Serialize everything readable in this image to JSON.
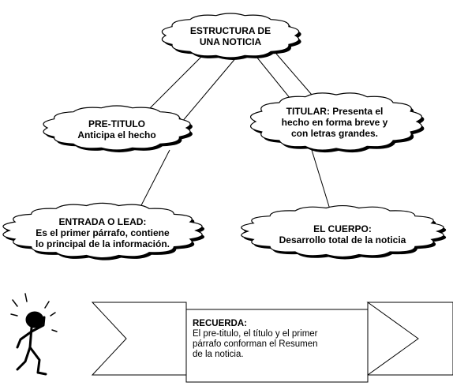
{
  "nodes": {
    "root": {
      "lines": [
        "ESTRUCTURA DE",
        "UNA NOTICIA"
      ]
    },
    "pretitulo": {
      "title": "PRE-TITULO",
      "desc": "Anticipa el hecho"
    },
    "titular": {
      "lines": [
        "TITULAR: Presenta el",
        "hecho en forma breve y",
        "con letras grandes."
      ]
    },
    "entrada": {
      "title": "ENTRADA O LEAD:",
      "lines": [
        "Es el primer párrafo, contiene",
        "lo principal de la información."
      ]
    },
    "cuerpo": {
      "title": "EL CUERPO:",
      "desc": "Desarrollo total de la noticia"
    }
  },
  "banner": {
    "title": "RECUERDA:",
    "lines": [
      "El pre-titulo, el título y el primer",
      "párrafo conforman el Resumen",
      "de la noticia."
    ]
  }
}
